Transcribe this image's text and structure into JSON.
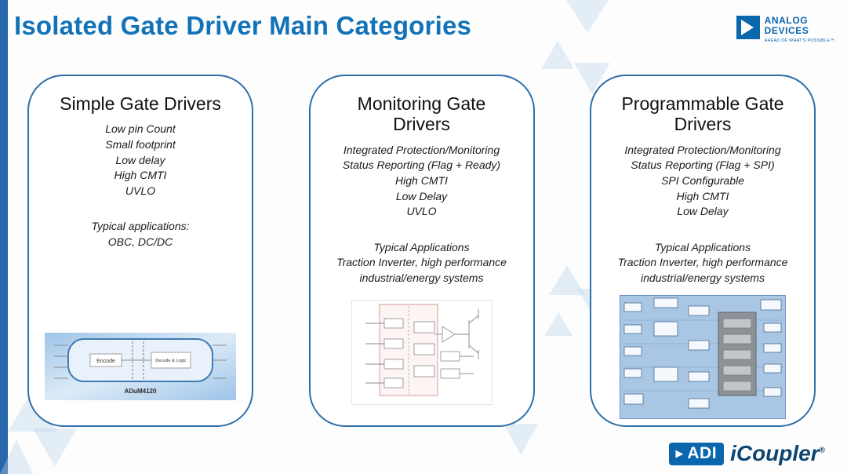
{
  "slide": {
    "title": "Isolated Gate Driver Main Categories"
  },
  "brand_top": {
    "name_line1": "ANALOG",
    "name_line2": "DEVICES",
    "tagline": "AHEAD OF WHAT'S POSSIBLE™"
  },
  "footer": {
    "adi_label": "ADI",
    "product": "iCoupler",
    "registered": "®"
  },
  "cards": [
    {
      "title": "Simple Gate Drivers",
      "features": [
        "Low pin Count",
        "Small footprint",
        "Low delay",
        "High CMTI",
        "UVLO"
      ],
      "applications_label": "Typical applications:",
      "applications": "OBC, DC/DC",
      "diagram": {
        "block1": "Encode",
        "block2": "Decode & Logic",
        "part": "ADuM4120"
      }
    },
    {
      "title": "Monitoring Gate Drivers",
      "features": [
        "Integrated Protection/Monitoring",
        "Status Reporting (Flag + Ready)",
        "High CMTI",
        "Low Delay",
        "UVLO"
      ],
      "applications_label": "Typical Applications",
      "applications": "Traction Inverter, high performance industrial/energy systems"
    },
    {
      "title": "Programmable Gate Drivers",
      "features": [
        "Integrated Protection/Monitoring",
        "Status Reporting (Flag + SPI)",
        "SPI Configurable",
        "High CMTI",
        "Low Delay"
      ],
      "applications_label": "Typical Applications",
      "applications": "Traction Inverter, high performance industrial/energy systems"
    }
  ],
  "colors": {
    "title_blue": "#1272b8",
    "card_border": "#2d6fa8",
    "brand_blue": "#0a66ad",
    "left_bar": "#2767ab",
    "icoupler_navy": "#0e456f"
  }
}
